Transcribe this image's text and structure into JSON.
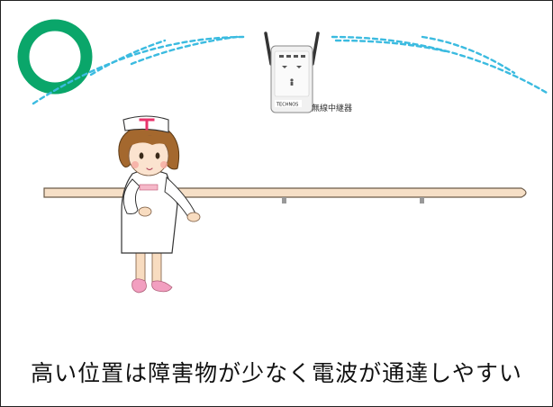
{
  "device": {
    "label": "無線中継器",
    "brand": "TECHNOS"
  },
  "caption": "高い位置は障害物が少なく電波が通達しやすい",
  "colors": {
    "ok_circle": "#0aa66a",
    "signal": "#3bbbe0",
    "handrail": "#f6dfc6",
    "nurse_cap_mark": "#e8336b",
    "nurse_hair": "#a4682e",
    "shoes": "#f29fc0"
  },
  "icons": {
    "ok_mark": "circle-ok-icon",
    "device": "wifi-repeater-icon",
    "person": "nurse-illustration"
  }
}
